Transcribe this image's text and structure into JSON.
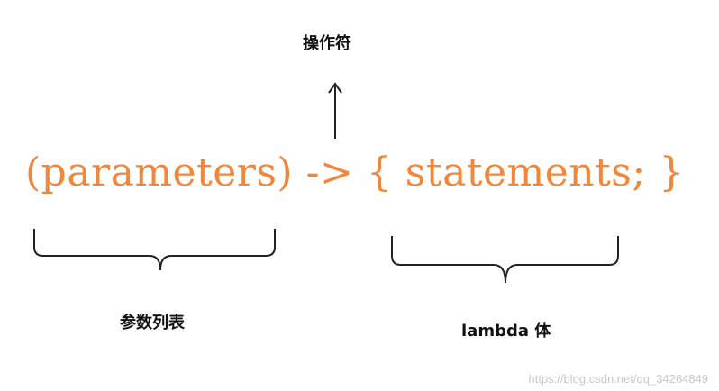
{
  "operator_label": "操作符",
  "expression": {
    "parameters": "(parameters)",
    "arrow": "->",
    "body": "{ statements; }"
  },
  "params_label": "参数列表",
  "body_label": "lambda 体",
  "watermark": "https://blog.csdn.net/qq_34264849",
  "colors": {
    "expression": "#f0873a",
    "lines": "#222222"
  }
}
